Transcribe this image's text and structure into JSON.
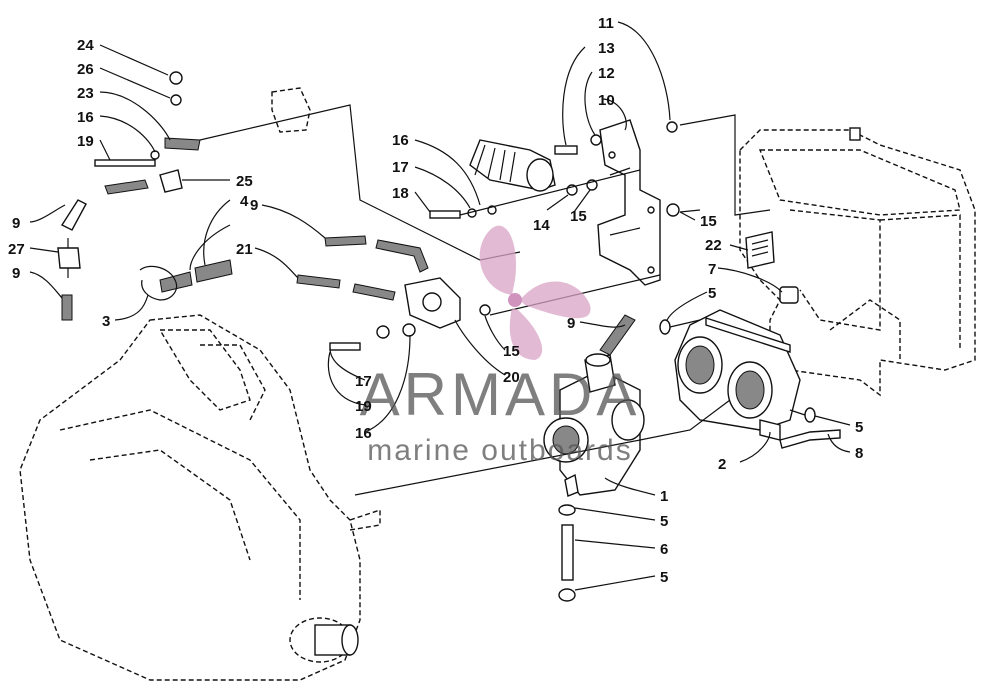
{
  "watermark": {
    "brand": "ARMADA",
    "tagline": "marine outboards",
    "accent": "#d9a3c6",
    "text_color": "#555555"
  },
  "callouts": [
    {
      "id": "c24a",
      "text": "24"
    },
    {
      "id": "c26",
      "text": "26"
    },
    {
      "id": "c23",
      "text": "23"
    },
    {
      "id": "c16a",
      "text": "16"
    },
    {
      "id": "c19a",
      "text": "19"
    },
    {
      "id": "c25",
      "text": "25"
    },
    {
      "id": "c9a",
      "text": "9"
    },
    {
      "id": "c27",
      "text": "27"
    },
    {
      "id": "c9b",
      "text": "9"
    },
    {
      "id": "c3",
      "text": "3"
    },
    {
      "id": "c4",
      "text": "4"
    },
    {
      "id": "c21",
      "text": "21"
    },
    {
      "id": "c9c",
      "text": "9"
    },
    {
      "id": "c16b",
      "text": "16"
    },
    {
      "id": "c17a",
      "text": "17"
    },
    {
      "id": "c18",
      "text": "18"
    },
    {
      "id": "c14",
      "text": "14"
    },
    {
      "id": "c15a",
      "text": "15"
    },
    {
      "id": "c11",
      "text": "11"
    },
    {
      "id": "c13",
      "text": "13"
    },
    {
      "id": "c12",
      "text": "12"
    },
    {
      "id": "c10",
      "text": "10"
    },
    {
      "id": "c15b",
      "text": "15"
    },
    {
      "id": "c22",
      "text": "22"
    },
    {
      "id": "c7",
      "text": "7"
    },
    {
      "id": "c5a",
      "text": "5"
    },
    {
      "id": "c9d",
      "text": "9"
    },
    {
      "id": "c15c",
      "text": "15"
    },
    {
      "id": "c20",
      "text": "20"
    },
    {
      "id": "c17b",
      "text": "17"
    },
    {
      "id": "c19b",
      "text": "19"
    },
    {
      "id": "c16c",
      "text": "16"
    },
    {
      "id": "c5b",
      "text": "5"
    },
    {
      "id": "c8",
      "text": "8"
    },
    {
      "id": "c2",
      "text": "2"
    },
    {
      "id": "c1",
      "text": "1"
    },
    {
      "id": "c5c",
      "text": "5"
    },
    {
      "id": "c6",
      "text": "6"
    },
    {
      "id": "c5d",
      "text": "5"
    }
  ]
}
